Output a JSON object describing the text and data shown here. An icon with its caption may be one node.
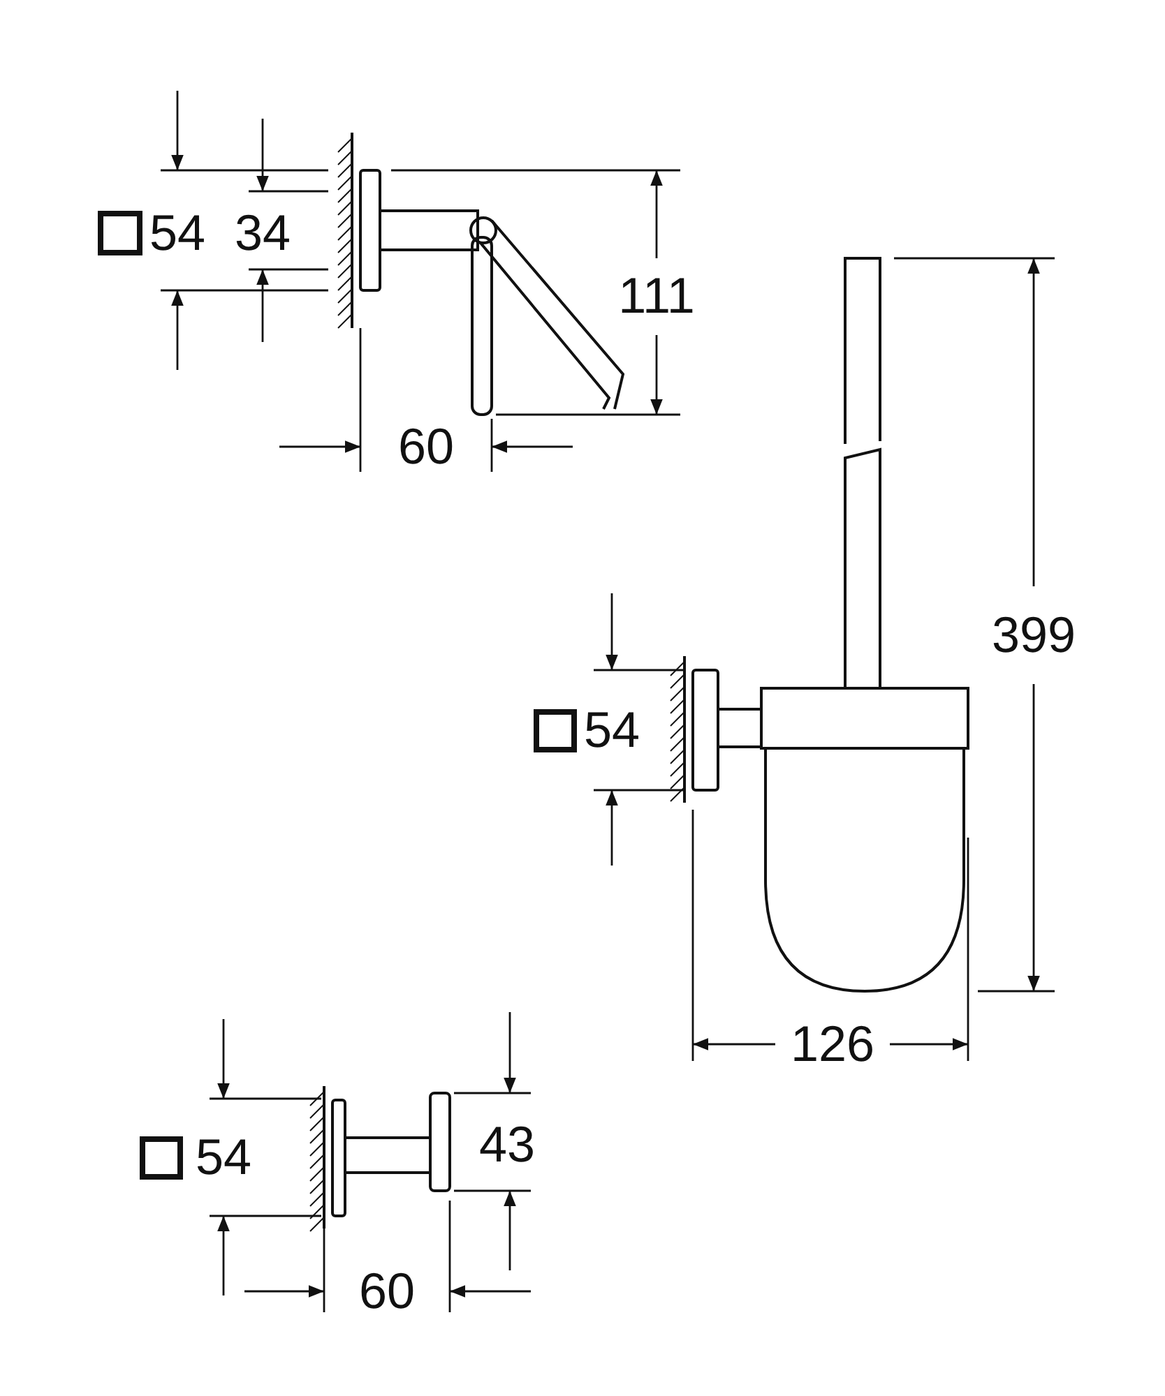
{
  "diagram": {
    "labels": [
      "54",
      "34",
      "111",
      "60",
      "54",
      "399",
      "126",
      "54",
      "43",
      "60"
    ]
  }
}
